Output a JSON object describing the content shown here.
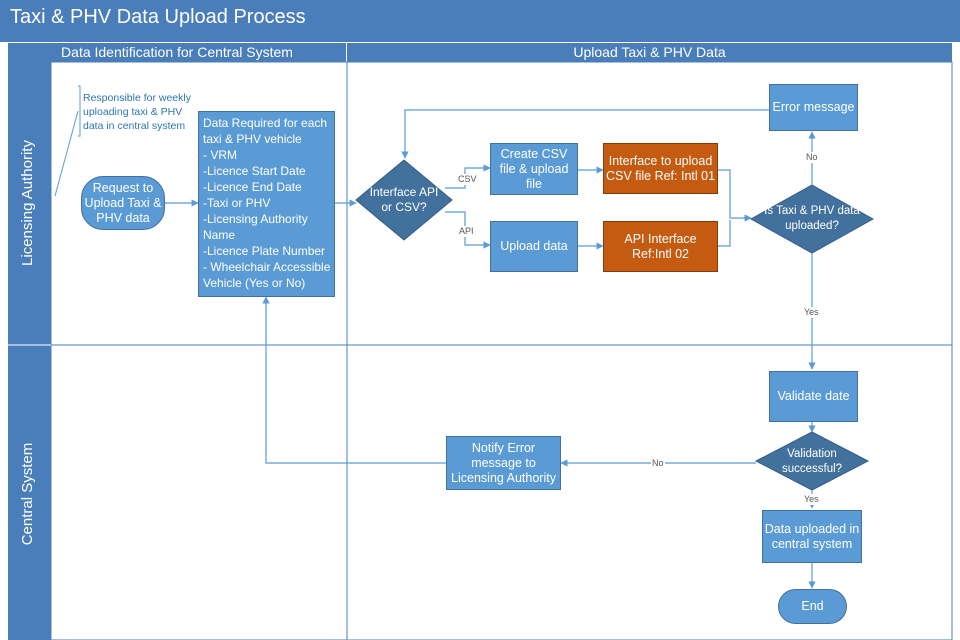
{
  "title": "Taxi & PHV Data Upload Process",
  "columns": [
    "Data Identification for Central System",
    "Upload Taxi & PHV Data"
  ],
  "lanes": [
    "Licensing Authority",
    "Central System"
  ],
  "annotation": "Responsible for weekly uploading taxi & PHV data in central system",
  "nodes": {
    "request": "Request to Upload Taxi & PHV data",
    "data_required": {
      "lines": [
        "Data Required for each",
        "taxi & PHV vehicle",
        "- VRM",
        "-Licence Start Date",
        "-Licence End Date",
        "-Taxi or PHV",
        "-Licensing Authority",
        "Name",
        "-Licence Plate Number",
        "- Wheelchair Accessible",
        "Vehicle (Yes or No)"
      ]
    },
    "interface_decision": "Interface API or CSV?",
    "create_csv": "Create CSV file & upload file",
    "upload_data": "Upload data",
    "csv_interface": "Interface to upload CSV file Ref: Intl 01",
    "api_interface": "API Interface Ref:Intl 02",
    "error_message": "Error message",
    "uploaded_decision": "Is Taxi & PHV data uploaded?",
    "validate": "Validate date",
    "validation_decision": "Validation successful?",
    "notify_error": "Notify Error message to Licensing Authority",
    "data_uploaded": "Data uploaded in central system",
    "end": "End"
  },
  "edge_labels": {
    "csv": "CSV",
    "api": "API",
    "no_upload": "No",
    "yes_upload": "Yes",
    "no_validation": "No",
    "yes_validation": "Yes"
  },
  "colors": {
    "header": "#4a7ebb",
    "process": "#5b9bd5",
    "process_border": "#41719c",
    "interface": "#c55a11",
    "connector": "#5b9bd5",
    "annotation_text": "#2e75b6"
  }
}
